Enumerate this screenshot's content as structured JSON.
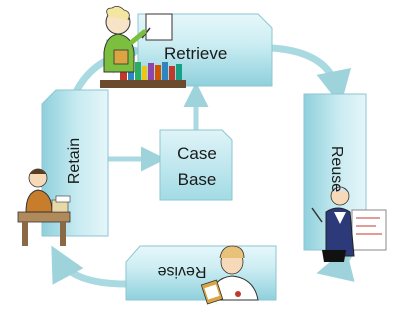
{
  "diagram": {
    "center_label_line1": "Case",
    "center_label_line2": "Base",
    "stages": {
      "retrieve": "Retrieve",
      "reuse": "Reuse",
      "revise": "Revise",
      "retain": "Retain"
    },
    "colors": {
      "box_fill_light": "#d8f1f5",
      "box_fill_dark": "#8fd0dc",
      "box_edge": "#7fbecb",
      "arrow": "#9ed3dc"
    },
    "icons": [
      "teacher-at-board-icon",
      "scientist-at-board-icon",
      "nurse-with-clipboard-icon",
      "businessman-at-desk-icon"
    ]
  }
}
